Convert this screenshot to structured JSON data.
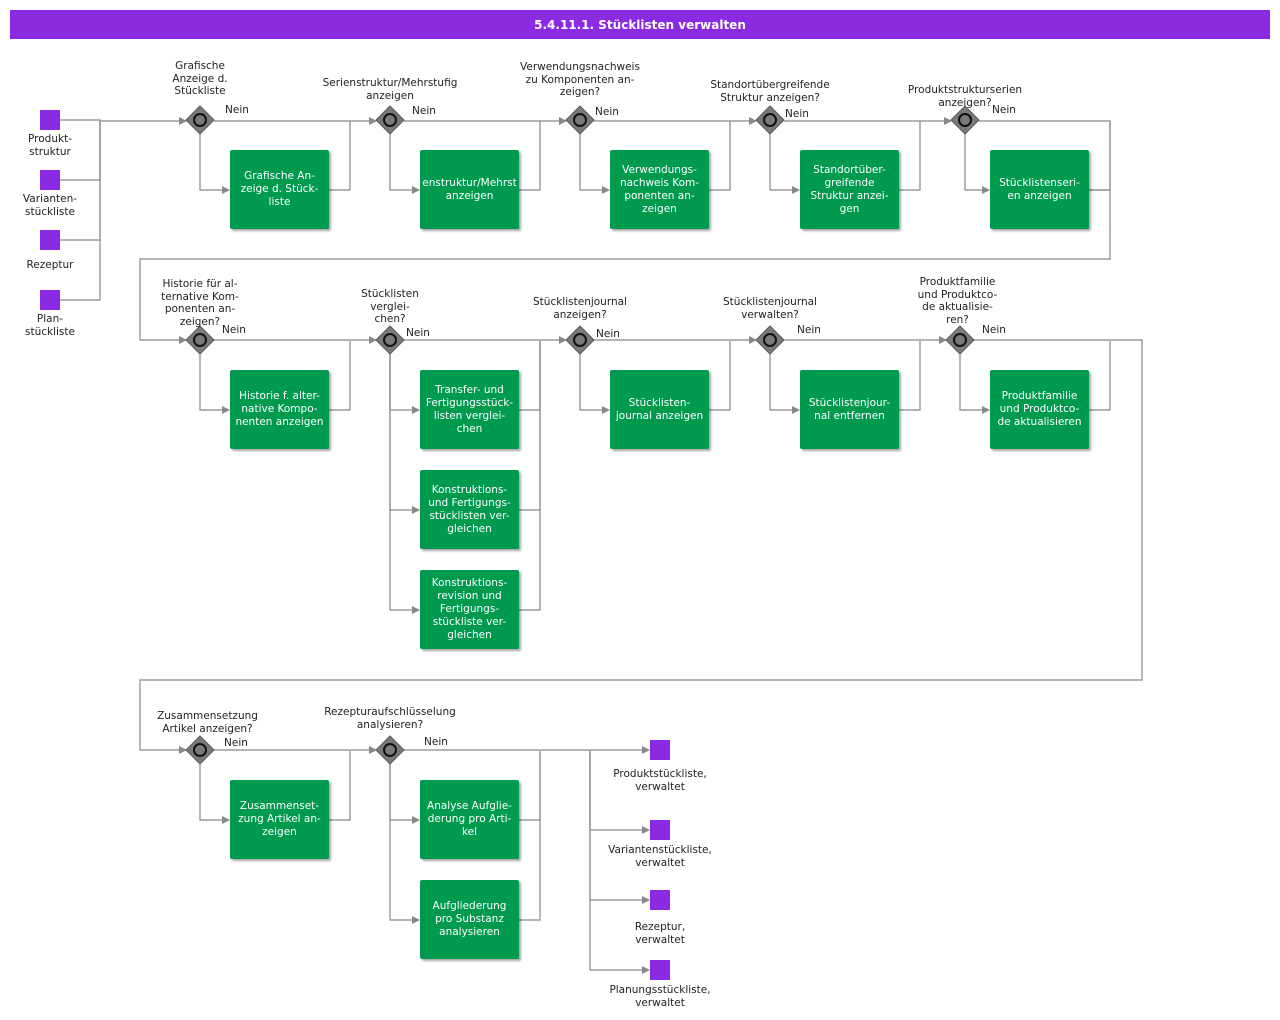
{
  "title": "5.4.11.1. Stücklisten verwalten",
  "colors": {
    "title_bar": "#8a2be2",
    "task": "#009a4e",
    "event": "#8a2be2",
    "gateway": "#7a7a7a",
    "connector": "#888888"
  },
  "start_events": [
    "Produkt-\nstruktur",
    "Varianten-\nstückliste",
    "Rezeptur",
    "Plan-\nstückliste"
  ],
  "end_events": [
    "Produktstückliste,\nverwaltet",
    "Variantenstückliste,\nverwaltet",
    "Rezeptur,\nverwaltet",
    "Planungsstückliste,\nverwaltet"
  ],
  "gateways": [
    {
      "question": "Grafische\nAnzeige d.\nStückliste",
      "no": "Nein"
    },
    {
      "question": "Serienstruktur/Mehrstufig\nanzeigen",
      "no": "Nein"
    },
    {
      "question": "Verwendungsnachweis\nzu Komponenten an-\nzeigen?",
      "no": "Nein"
    },
    {
      "question": "Standortübergreifende\nStruktur anzeigen?",
      "no": "Nein"
    },
    {
      "question": "Produktstrukturserien\nanzeigen?",
      "no": "Nein"
    },
    {
      "question": "Historie für al-\nternative Kom-\nponenten an-\nzeigen?",
      "no": "Nein"
    },
    {
      "question": "Stücklisten\nverglei-\nchen?",
      "no": "Nein"
    },
    {
      "question": "Stücklistenjournal\nanzeigen?",
      "no": "Nein"
    },
    {
      "question": "Stücklistenjournal\nverwalten?",
      "no": "Nein"
    },
    {
      "question": "Produktfamilie\nund Produktco-\nde aktualisie-\nren?",
      "no": "Nein"
    },
    {
      "question": "Zusammensetzung\nArtikel anzeigen?",
      "no": "Nein"
    },
    {
      "question": "Rezepturaufschlüsselung\nanalysieren?",
      "no": "Nein"
    }
  ],
  "tasks": [
    "Grafische An-\nzeige d. Stück-\nliste",
    "enstruktur/Mehrst\nanzeigen",
    "Verwendungs-\nnachweis Kom-\nponenten an-\nzeigen",
    "Standortüber-\ngreifende\nStruktur anzei-\ngen",
    "Stücklistenseri-\nen anzeigen",
    "Historie f. alter-\nnative Kompo-\nnenten anzeigen",
    "Transfer- und\nFertigungsstück-\nlisten verglei-\nchen",
    "Konstruktions-\nund Fertigungs-\nstücklisten ver-\ngleichen",
    "Konstruktions-\nrevision und\nFertigungs-\nstückliste ver-\ngleichen",
    "Stücklisten-\njournal anzeigen",
    "Stücklistenjour-\nnal entfernen",
    "Produktfamilie\nund Produktco-\nde aktualisieren",
    "Zusammenset-\nzung Artikel an-\nzeigen",
    "Analyse Aufglie-\nderung pro Arti-\nkel",
    "Aufgliederung\npro Substanz\nanalysieren"
  ]
}
